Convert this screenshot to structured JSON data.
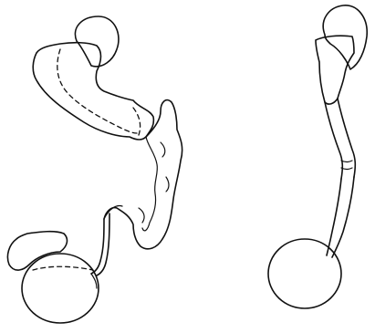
{
  "figure": {
    "panels": [
      {
        "id": "left",
        "parts": [
          "small-organ",
          "upper-pouch",
          "coiled-tube",
          "narrow-duct",
          "lower-pouch",
          "lower-bulb"
        ]
      },
      {
        "id": "right",
        "parts": [
          "small-organ",
          "funnel-top",
          "straight-tube",
          "narrow-duct",
          "lower-bulb"
        ]
      }
    ]
  }
}
